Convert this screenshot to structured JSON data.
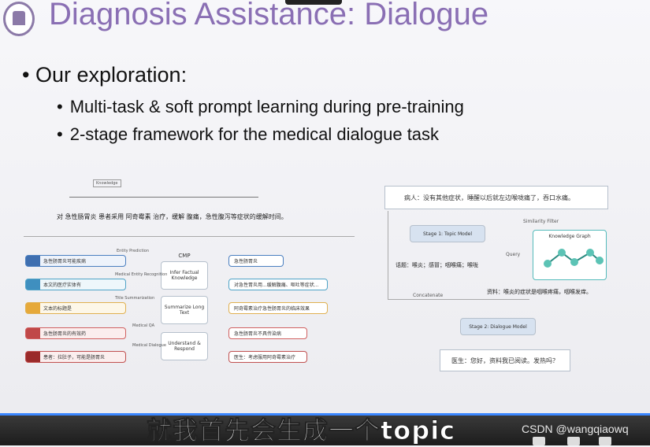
{
  "slide": {
    "title": "Diagnosis Assistance: Dialogue",
    "bullet_main": "Our exploration:",
    "bullets": [
      "Multi-task & soft prompt learning during pre-training",
      "2-stage framework for the medical dialogue task"
    ],
    "bullet_glyph": "•"
  },
  "left_figure": {
    "sentence": "对 急性肠胃炎 患者采用 阿奇霉素 治疗，缓解 腹痛，急性腹泻等症状的缓解时间。",
    "center_header": "CMP",
    "center_boxes": [
      "Infer Factual Knowledge",
      "Summarize Long Text",
      "Understand & Respond"
    ],
    "left_items": [
      "急性肠胃炎可能疾病",
      "本文的医疗实体有",
      "文本的标题是",
      "急性肠胃炎的有效药",
      "患者：拉肚子，可能是肠胃炎"
    ],
    "right_items": [
      "急性肠胃炎",
      "对急性胃炎用...缓解腹痛、呕吐等症状...",
      "阿奇霉素治疗急性肠胃炎的临床效果",
      "急性肠胃炎不具传染病",
      "医生：考虑服用阿奇霉素治疗"
    ],
    "task_labels": [
      "Entity Prediction",
      "Medical Entity Recognition",
      "Title Summarization",
      "Medical QA",
      "Medical Dialogue"
    ]
  },
  "right_figure": {
    "patient": "病人：没有其他症状，睡醒以后就左边喉咙痛了，吞口水痛。",
    "stage1": "Stage 1: Topic Model",
    "similarity_filter": "Similarity Filter",
    "knowledge_graph": "Knowledge Graph",
    "query": "Query",
    "topics": "话题：喉炎；感冒；咽喉痛；喉咙",
    "concatenate": "Concatenate",
    "info": "资料：喉炎的症状是咽喉疼痛，咽喉发痒。",
    "stage2": "Stage 2: Dialogue Model",
    "doctor": "医生：您好，资料我已阅读。发热吗？"
  },
  "subtitle": "就我首先会生成一个topic",
  "watermark": "CSDN @wangqiaowq"
}
